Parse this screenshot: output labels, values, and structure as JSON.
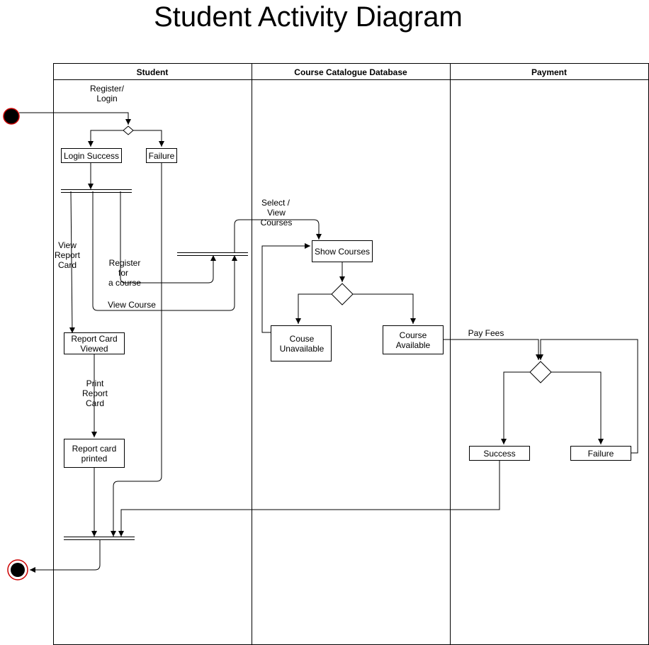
{
  "title": "Student Activity Diagram",
  "lanes": [
    "Student",
    "Course Catalogue Database",
    "Payment"
  ],
  "nodes": {
    "login_success": "Login Success",
    "failure_login": "Failure",
    "report_card_viewed": [
      "Report Card",
      "Viewed"
    ],
    "report_card_printed": [
      "Report card",
      "printed"
    ],
    "show_courses": "Show Courses",
    "course_unavailable": [
      "Couse",
      "Unavailable"
    ],
    "course_available": [
      "Course",
      "Available"
    ],
    "success": "Success",
    "failure_payment": "Failure"
  },
  "edge_labels": {
    "register_login": [
      "Register/",
      "Login"
    ],
    "view_report_card": [
      "View",
      "Report",
      "Card"
    ],
    "register_for_course": [
      "Register",
      "for",
      "a course"
    ],
    "view_course": "View Course",
    "select_view_courses": [
      "Select /",
      "View",
      "Courses"
    ],
    "print_report_card": [
      "Print",
      "Report",
      "Card"
    ],
    "pay_fees": "Pay Fees"
  },
  "colors": {
    "initial_node": "#000000",
    "node_border": "#cc0000",
    "final_ring": "#cc0000"
  }
}
